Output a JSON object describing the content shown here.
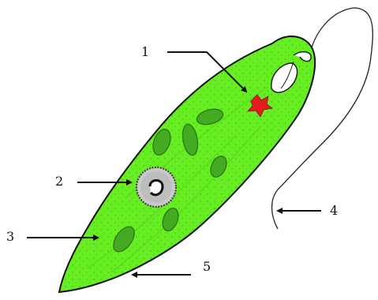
{
  "colors": {
    "body": "#66ee22",
    "body_outline": "#111111",
    "chloroplast": "#44aa22",
    "eyespot": "#e21d1d",
    "nucleus_fill": "#c9c9c9",
    "arrow": "#111111"
  },
  "labels": [
    {
      "id": "1",
      "text": "1"
    },
    {
      "id": "2",
      "text": "2"
    },
    {
      "id": "3",
      "text": "3"
    },
    {
      "id": "4",
      "text": "4"
    },
    {
      "id": "5",
      "text": "5"
    }
  ]
}
